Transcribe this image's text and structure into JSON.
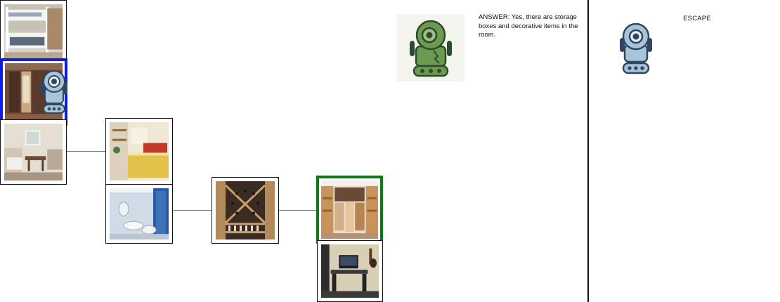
{
  "answer_panel": {
    "text": "ANSWER: Yes, there are storage boxes and decorative items in the room.",
    "robot_icon": "green-robot-icon",
    "robot_color": "#6b9a52"
  },
  "escape_panel": {
    "label": "ESCAPE",
    "robot_icon": "blue-robot-icon",
    "robot_color": "#a8c4d8"
  },
  "agent": {
    "icon": "blue-robot-icon",
    "at_node": "bedroom-wood-cabinet"
  },
  "graph": {
    "nodes": [
      {
        "id": "bunk-bed-room",
        "scene": "bunk beds bedroom",
        "state": "normal"
      },
      {
        "id": "bedroom-wood-cabinet",
        "scene": "wooden cabinet bedroom",
        "state": "selected-agent"
      },
      {
        "id": "dining-living-room",
        "scene": "dining living room",
        "state": "normal"
      },
      {
        "id": "yellow-bedroom",
        "scene": "yellow bedroom",
        "state": "normal"
      },
      {
        "id": "bathroom",
        "scene": "bathroom with sink",
        "state": "normal"
      },
      {
        "id": "wine-cellar",
        "scene": "wine cellar",
        "state": "normal"
      },
      {
        "id": "closet-shelves",
        "scene": "closet with shelves",
        "state": "selected-target"
      },
      {
        "id": "music-studio",
        "scene": "music studio room",
        "state": "normal"
      }
    ],
    "selection_colors": {
      "agent": "#0a1ce8",
      "target": "#0a7a13"
    }
  }
}
